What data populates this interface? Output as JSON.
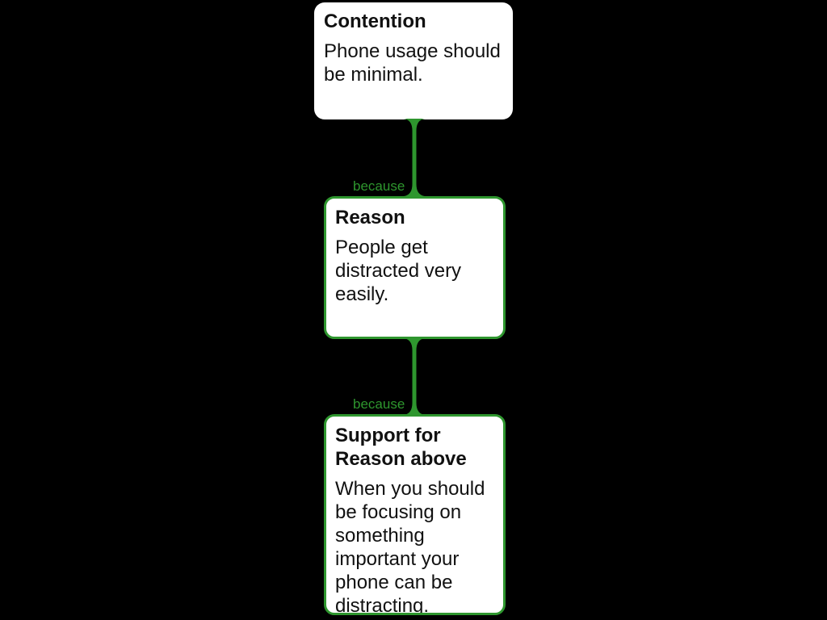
{
  "colors": {
    "background": "#000000",
    "green": "#2e962e",
    "node_fill": "#ffffff",
    "text": "#111111"
  },
  "nodes": [
    {
      "id": "contention",
      "title_lines": [
        "Contention"
      ],
      "body_lines": [
        "Phone usage should",
        "be minimal."
      ]
    },
    {
      "id": "reason",
      "title_lines": [
        "Reason"
      ],
      "body_lines": [
        "People get",
        "distracted very",
        "easily."
      ]
    },
    {
      "id": "support",
      "title_lines": [
        "Support for",
        "Reason above"
      ],
      "body_lines": [
        "When you should",
        "be focusing on",
        "something",
        "important your",
        "phone can be",
        "distracting."
      ]
    }
  ],
  "connectors": [
    {
      "label": "because"
    },
    {
      "label": "because"
    }
  ]
}
